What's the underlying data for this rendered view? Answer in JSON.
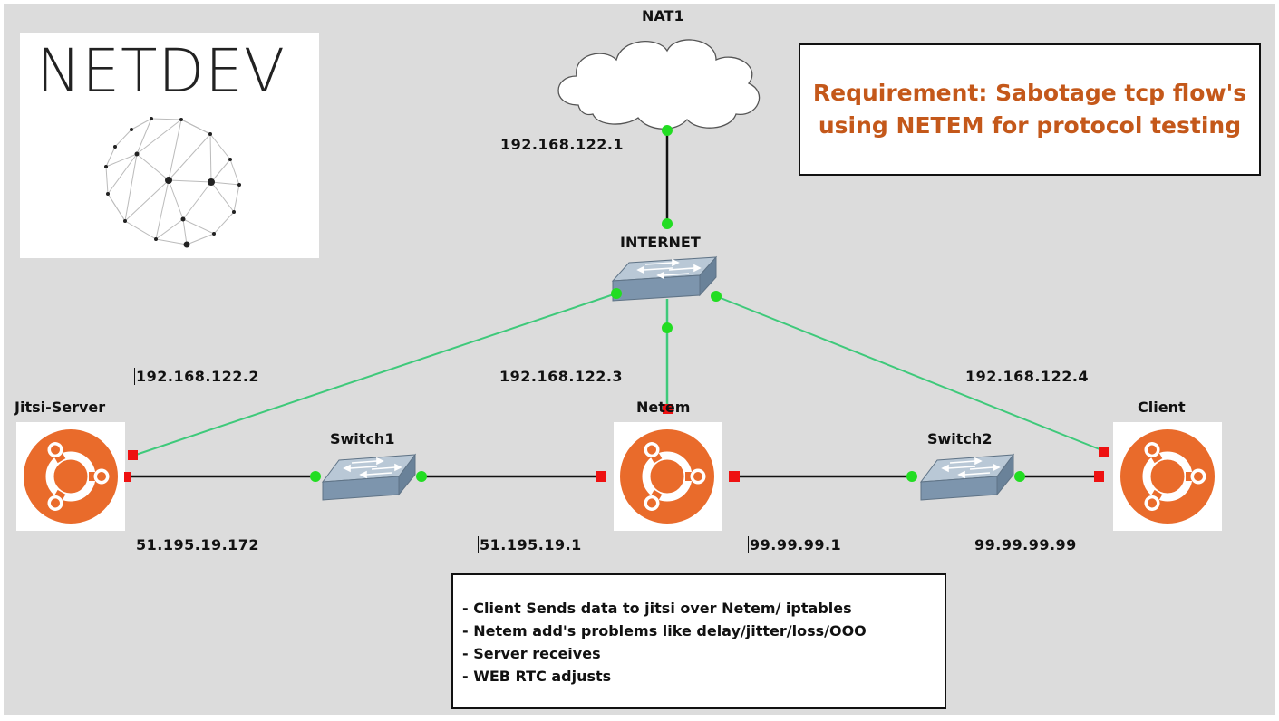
{
  "nodes": {
    "nat": "NAT1",
    "internet": "INTERNET",
    "jitsi": "Jitsi-Server",
    "netem": "Netem",
    "client": "Client",
    "switch1": "Switch1",
    "switch2": "Switch2"
  },
  "ips": {
    "nat_gw": "192.168.122.1",
    "jitsi_mgmt": "192.168.122.2",
    "netem_mgmt": "192.168.122.3",
    "client_mgmt": "192.168.122.4",
    "jitsi_data": "51.195.19.172",
    "netem_left": "51.195.19.1",
    "netem_right": "99.99.99.1",
    "client_data": "99.99.99.99"
  },
  "logo": {
    "text": "NETDEV"
  },
  "requirement": "Requirement: Sabotage tcp flow's\nusing NETEM for protocol  testing",
  "notes": [
    "- Client Sends data to jitsi over Netem/ iptables",
    "- Netem add's problems like delay/jitter/loss/OOO",
    "- Server receives",
    "- WEB RTC adjusts"
  ],
  "colors": {
    "canvas": "#dcdcdc",
    "link_mgmt": "#3ec97a",
    "link_data": "#111111",
    "port_up": "#22dd22",
    "port_down": "#ee1111",
    "ubuntu_orange": "#e96b2b",
    "switch": "#7d95ad",
    "requirement_text": "#c4581a"
  },
  "icons": {
    "cloud": "cloud-icon",
    "switch": "switch-icon",
    "ubuntu": "ubuntu-logo-icon",
    "globe": "network-globe-icon"
  }
}
